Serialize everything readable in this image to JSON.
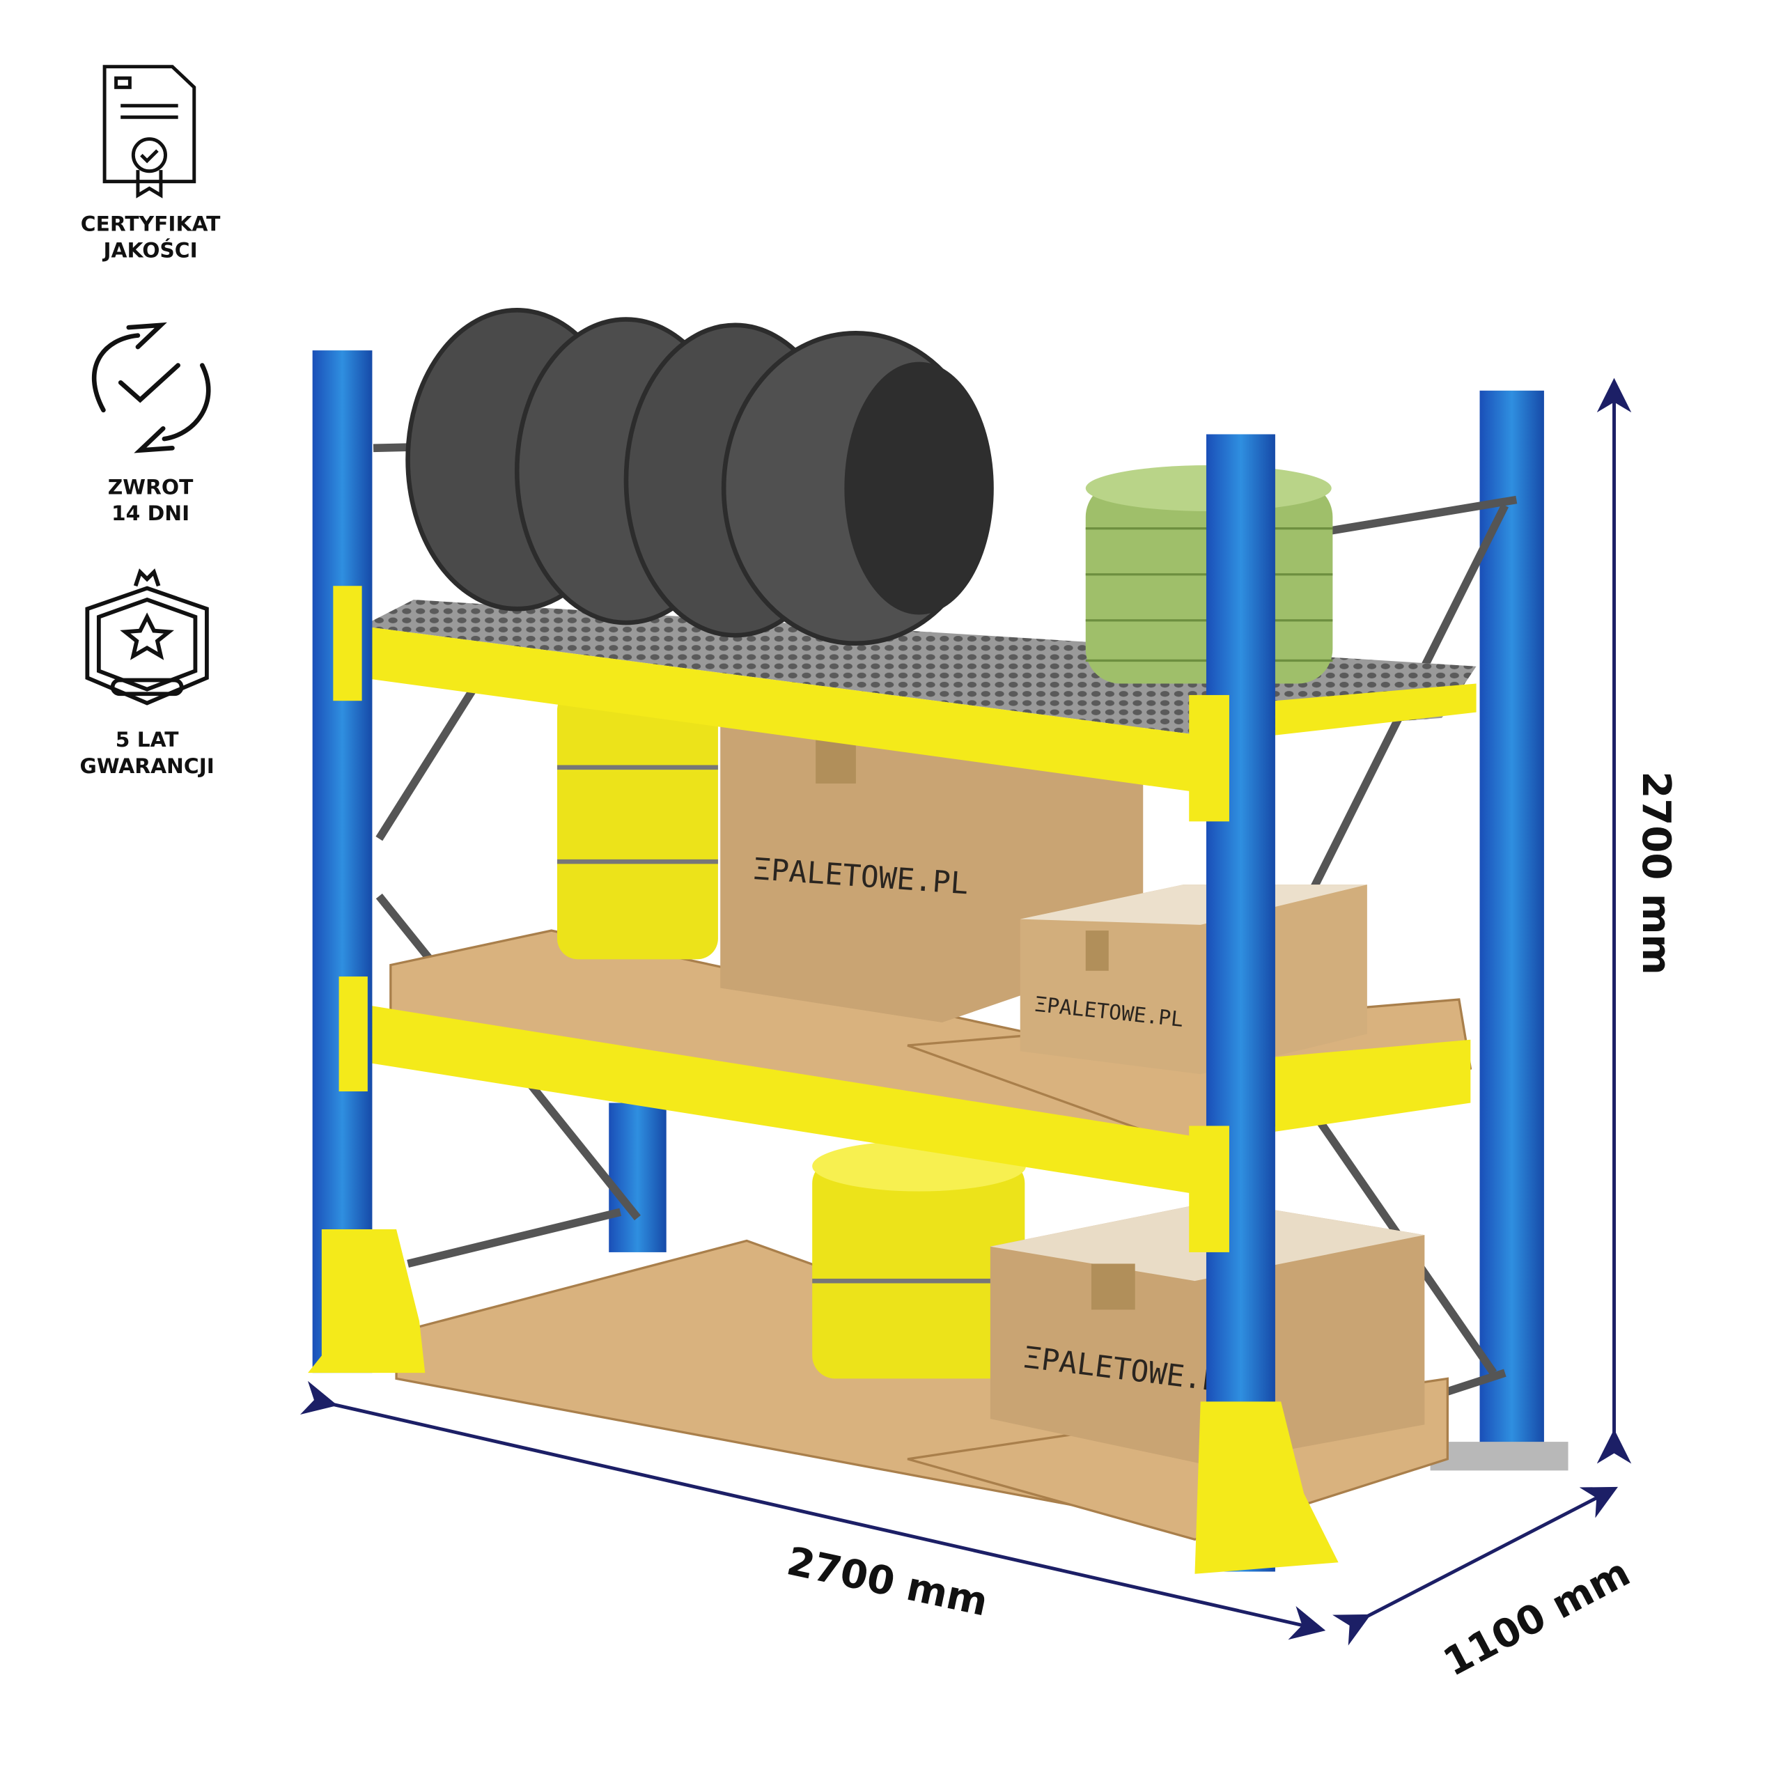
{
  "features": [
    {
      "icon": "certificate-icon",
      "line1": "CERTYFIKAT",
      "line2": "JAKOŚCI"
    },
    {
      "icon": "return-arrows-icon",
      "line1": "ZWROT",
      "line2": "14 DNI"
    },
    {
      "icon": "warranty-badge-icon",
      "line1": "5 LAT",
      "line2": "GWARANCJI"
    }
  ],
  "dimensions": {
    "height": "2700 mm",
    "width": "2700 mm",
    "depth": "1100 mm"
  },
  "product": {
    "box_brand": "ΞPALETOWE.PL"
  },
  "colors": {
    "upright_blue": "#1f6fd1",
    "beam_yellow": "#f4ea1a",
    "dimension_arrow": "#1c1f66",
    "cardboard": "#c9a473",
    "pallet_wood": "#d9b27e"
  }
}
